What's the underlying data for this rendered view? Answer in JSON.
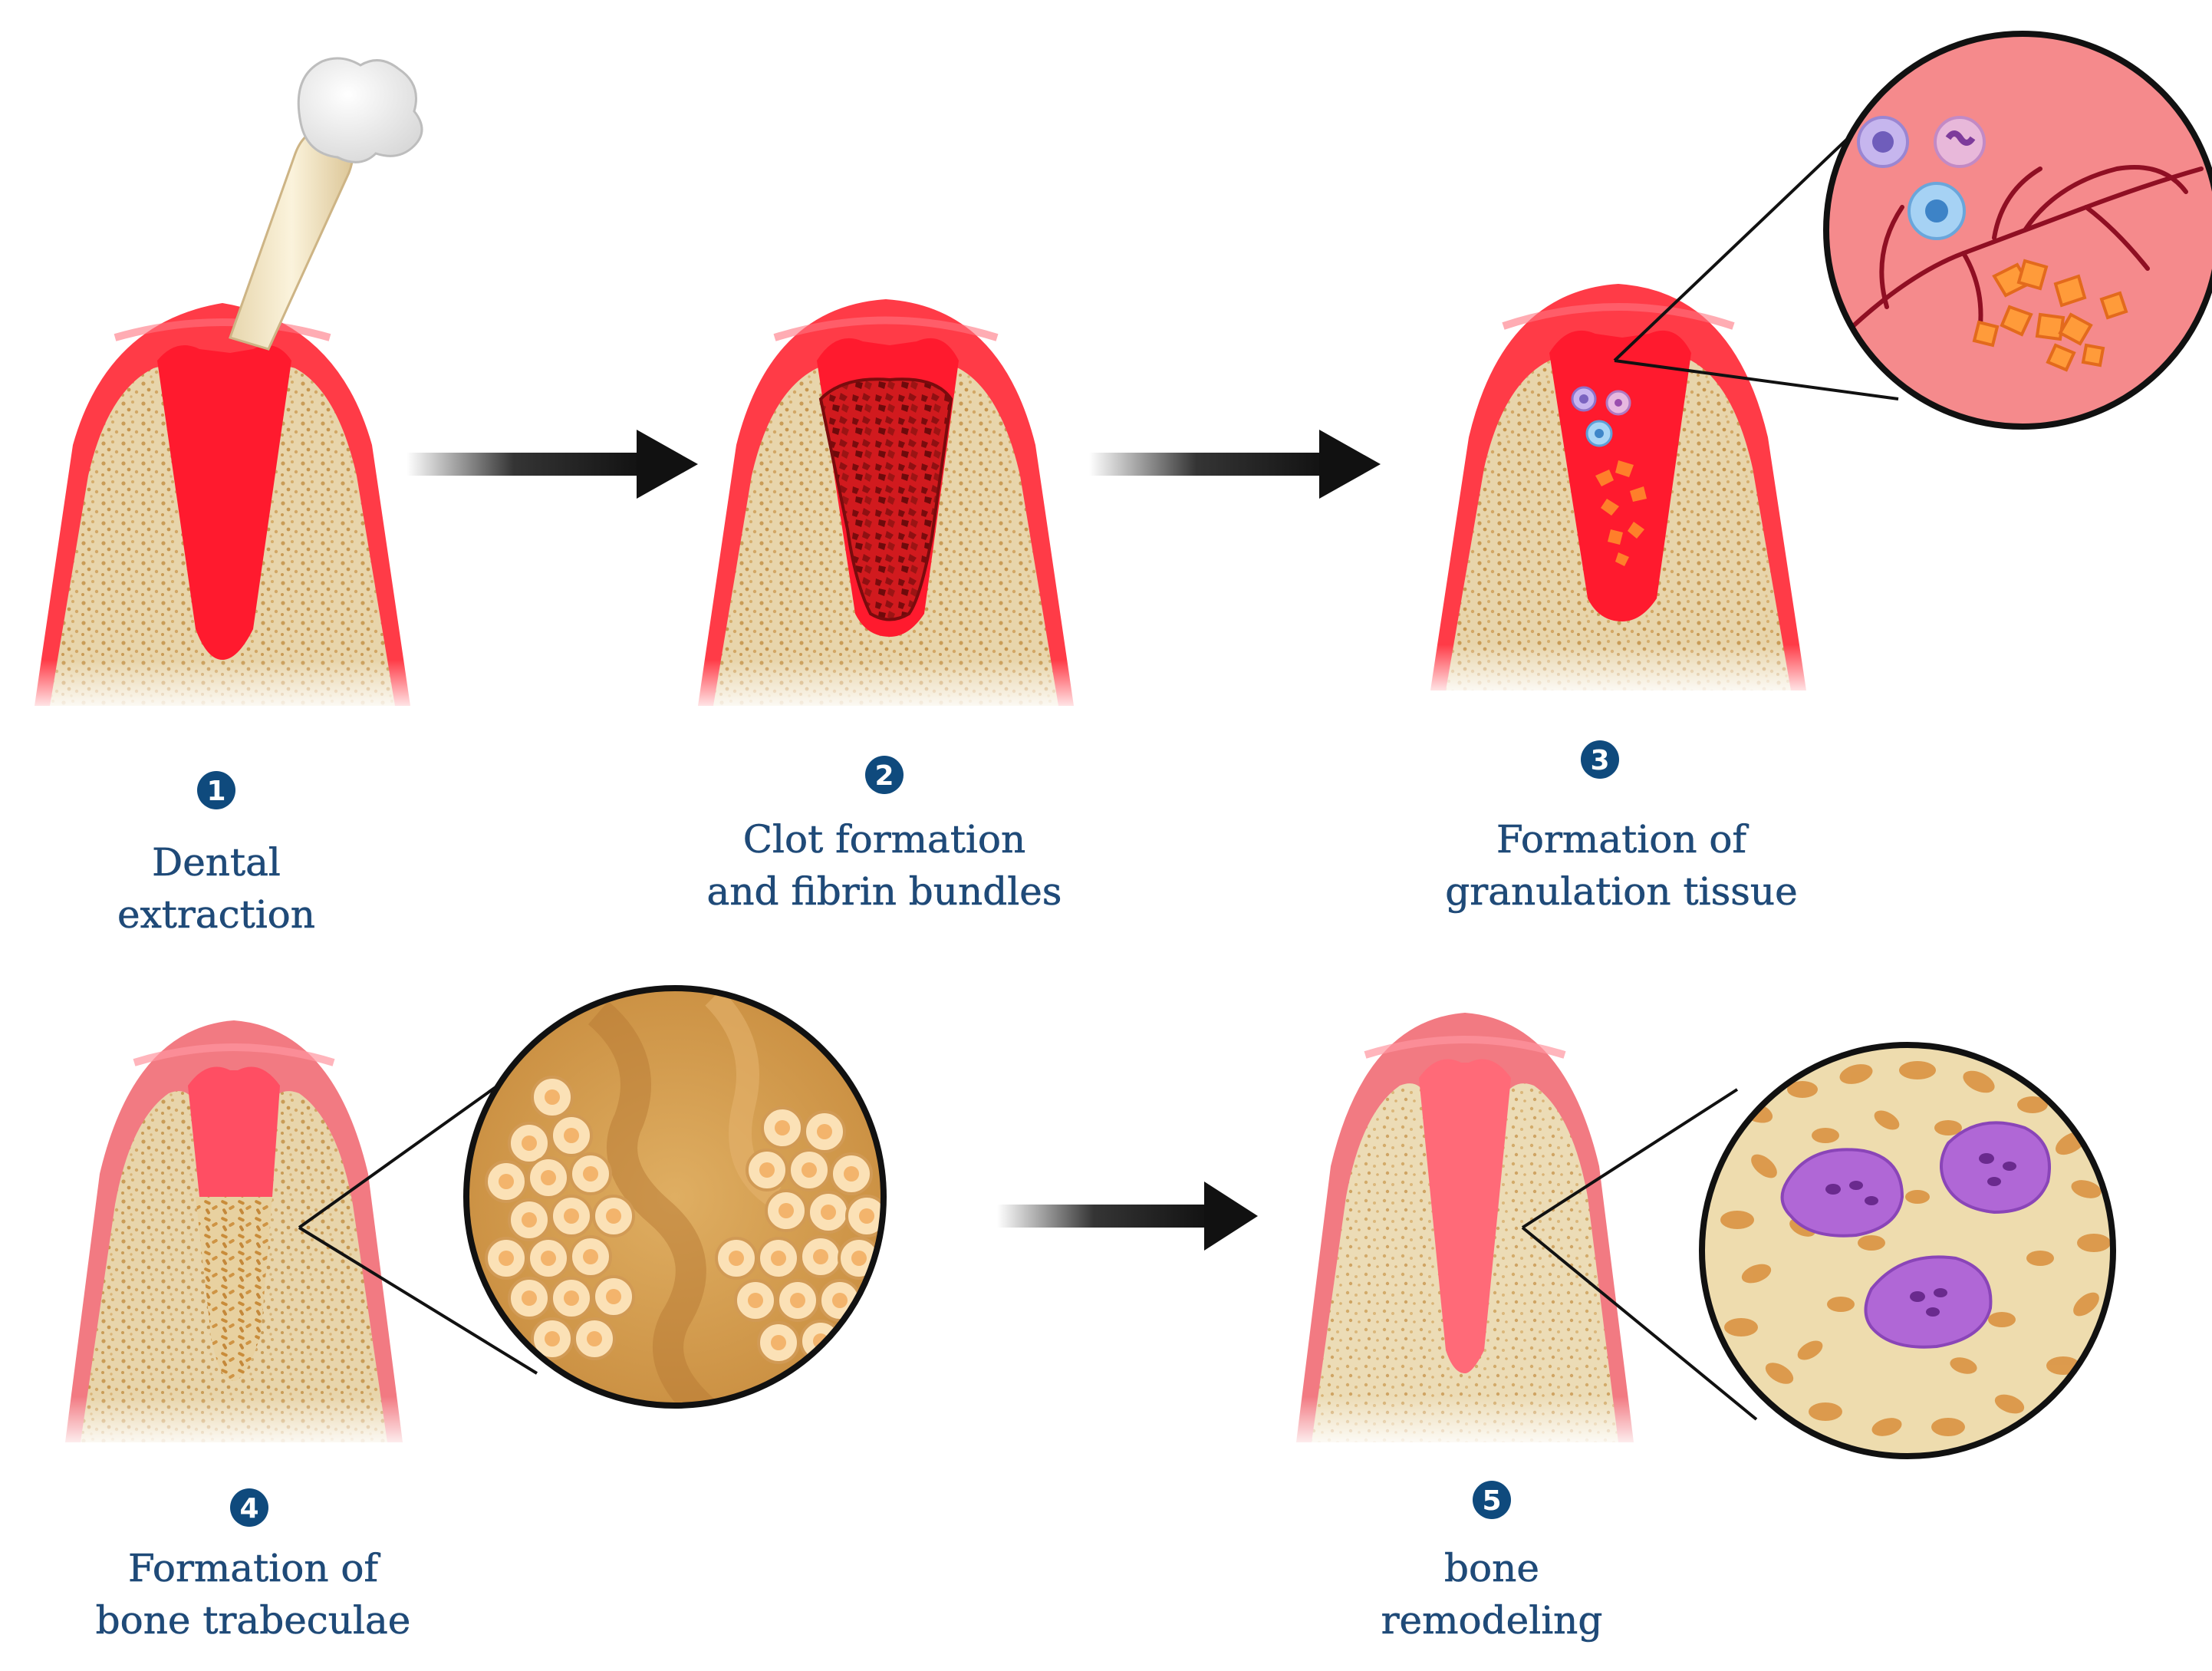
{
  "colors": {
    "gum": "#f7888a",
    "gum_dark": "#e64b52",
    "socket_red": "#ff1a33",
    "socket_pink": "#ff6b74",
    "bone": "#e6d2a8",
    "clot": "#8f0e10",
    "fibrin": "#ff7a1f",
    "label": "#1f4a78",
    "badge": "#0f4a7d",
    "arrow": "#111111",
    "osteoclast": "#a85fcf"
  },
  "steps": [
    {
      "number": "1",
      "line1": "Dental",
      "line2": "extraction"
    },
    {
      "number": "2",
      "line1": "Clot formation",
      "line2": "and fibrin bundles"
    },
    {
      "number": "3",
      "line1": "Formation of",
      "line2": "granulation tissue"
    },
    {
      "number": "4",
      "line1": "Formation of",
      "line2": "bone trabeculae"
    },
    {
      "number": "5",
      "line1": "bone",
      "line2": "remodeling"
    }
  ]
}
